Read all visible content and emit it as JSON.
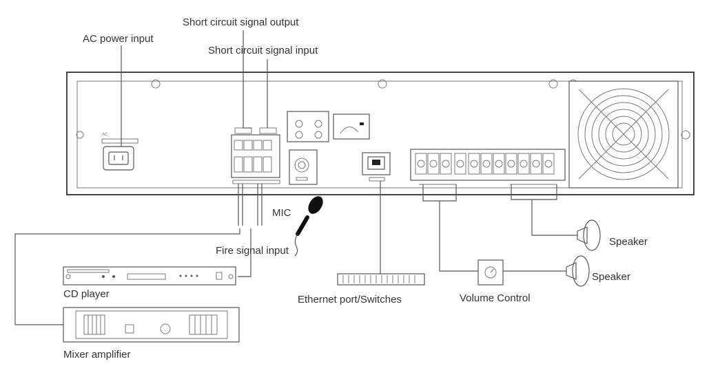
{
  "labels": {
    "ac_power_input": "AC power input",
    "short_circuit_output": "Short circuit signal output",
    "short_circuit_input": "Short circuit signal input",
    "mic": "MIC",
    "fire_signal_input": "Fire signal input",
    "cd_player": "CD player",
    "mixer_amplifier": "Mixer amplifier",
    "ethernet_switches": "Ethernet port/Switches",
    "volume_control": "Volume Control",
    "speaker_top": "Speaker",
    "speaker_bottom": "Speaker"
  },
  "colors": {
    "line": "#555555",
    "text": "#333333",
    "mic": "#111111"
  }
}
